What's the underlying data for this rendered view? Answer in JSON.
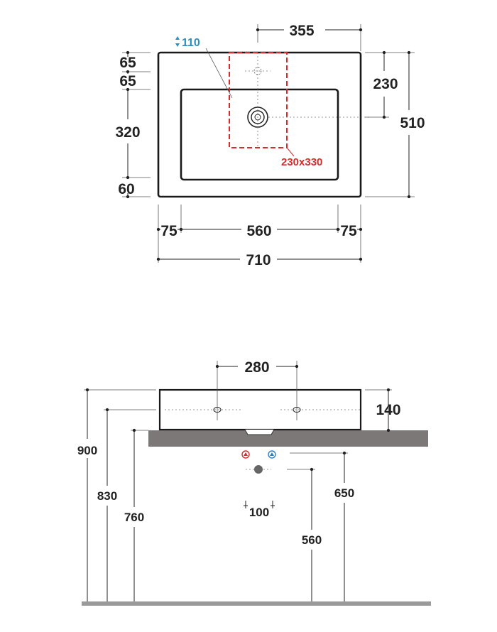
{
  "top_view": {
    "left_dims": [
      "65",
      "65",
      "320",
      "60"
    ],
    "right_dims": [
      "230",
      "510"
    ],
    "top_dim": "355",
    "bottom_dims": [
      "75",
      "560",
      "75"
    ],
    "overall_width": "710",
    "tap_hole_note": "110",
    "cutout_note": "230x330"
  },
  "side_view": {
    "top_dim": "280",
    "height_dim": "140",
    "left_heights": [
      "900",
      "830",
      "760"
    ],
    "right_heights": [
      "650",
      "560"
    ],
    "center_dim": "100"
  },
  "colors": {
    "outline": "#1a1a1a",
    "counter": "#7d7878",
    "floor": "#9a9a9a",
    "cutout": "#d52b2b",
    "note": "#2a8fc4",
    "hot": "#d52b2b",
    "cold": "#2a7fc4",
    "drain": "#666666"
  }
}
